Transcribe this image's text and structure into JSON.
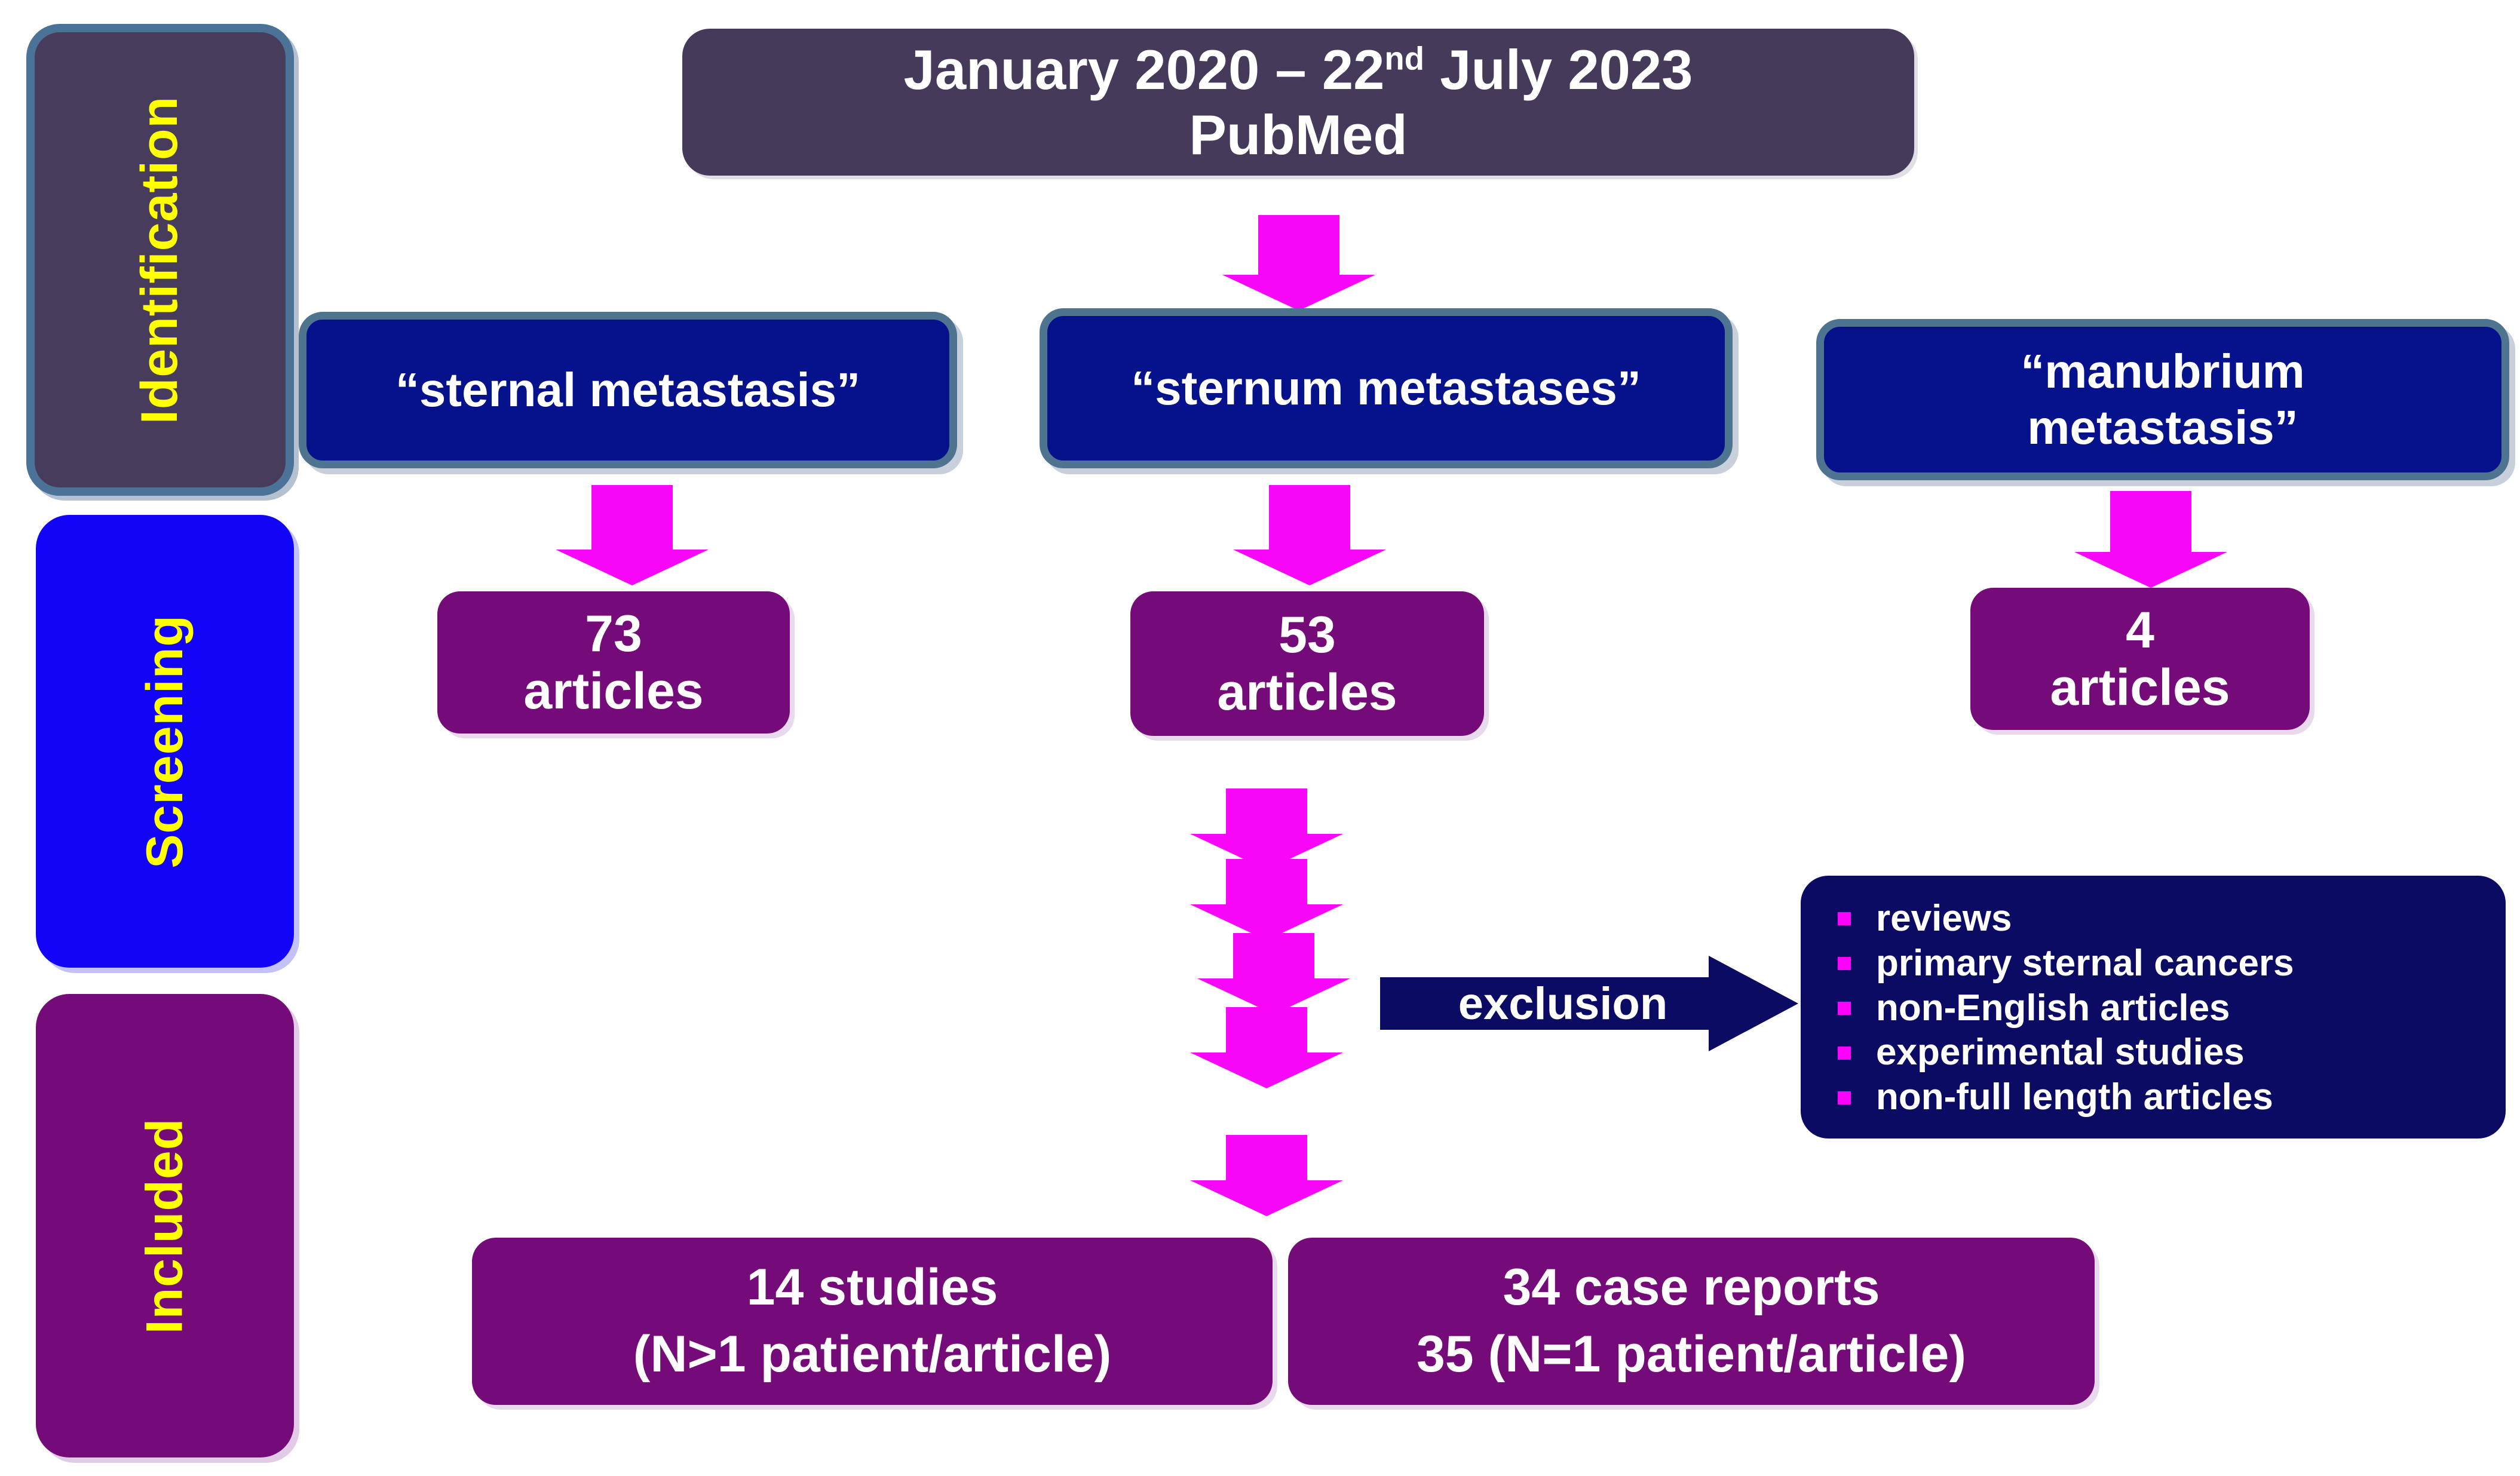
{
  "stages": [
    {
      "id": "identification",
      "label": "Identification",
      "color": "#473c5c",
      "border": "#4a7397"
    },
    {
      "id": "screening",
      "label": "Screening",
      "color": "#1205f7",
      "border": "#1205f7"
    },
    {
      "id": "included",
      "label": "Included",
      "color": "#740b78",
      "border": "#740b78"
    }
  ],
  "header": {
    "date_range_prefix": "January 2020 – 22",
    "date_range_ordinal": "nd",
    "date_range_suffix": " July 2023",
    "database": "PubMed"
  },
  "queries": [
    {
      "term": "“sternal metastasis”"
    },
    {
      "term": "“sternum metastases”"
    },
    {
      "term_line1": "“manubrium",
      "term_line2": "metastasis”"
    }
  ],
  "counts": [
    {
      "number": "73",
      "unit": "articles"
    },
    {
      "number": "53",
      "unit": "articles"
    },
    {
      "number": "4",
      "unit": "articles"
    }
  ],
  "exclusion": {
    "arrow_label": "exclusion",
    "criteria": [
      "reviews",
      "primary sternal cancers",
      "non-English articles",
      "experimental studies",
      "non-full length articles"
    ]
  },
  "results": [
    {
      "line1": "14 studies",
      "line2": "(N>1 patient/article)"
    },
    {
      "line1": "34  case reports",
      "line2": "35 (N=1 patient/article)"
    }
  ],
  "colors": {
    "stage_identification": "#473c5c",
    "stage_screening": "#1205f7",
    "stage_included": "#740b78",
    "query_box": "#06128c",
    "query_border": "#4f7490",
    "count_box": "#740b78",
    "exclusion_panel": "#0b0b63",
    "arrow_magenta": "#f706f7",
    "bullet_magenta": "#ff00ff",
    "stage_label_text": "#ffff00",
    "box_text": "#ffffff"
  },
  "icons": {
    "flow_arrow": "arrow-down-icon",
    "exclusion_arrow": "arrow-right-icon",
    "bullet": "square-bullet-icon"
  }
}
